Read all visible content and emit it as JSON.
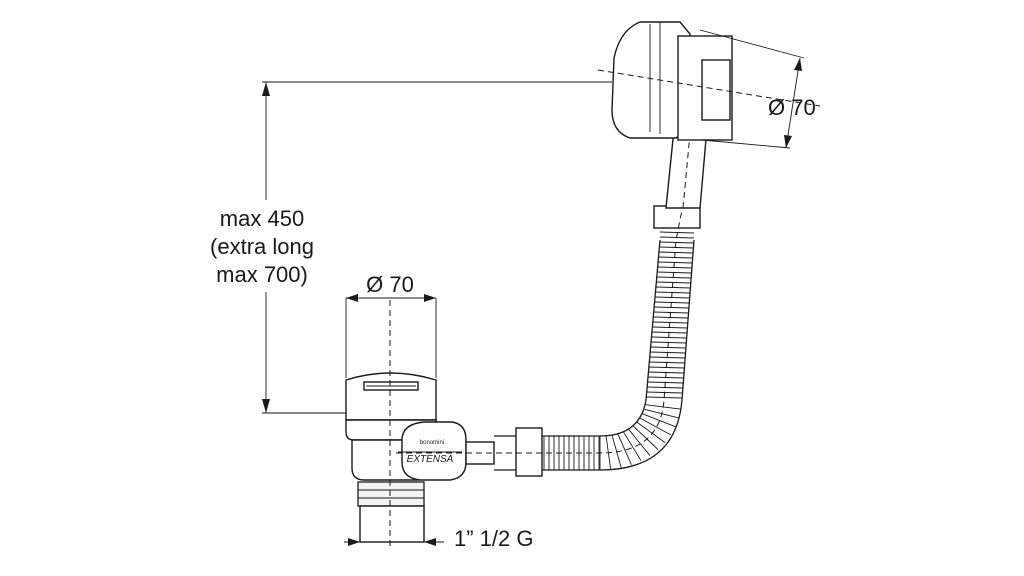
{
  "labels": {
    "height_line1": "max 450",
    "height_line2": "(extra long",
    "height_line3": "max 700)",
    "drain_diameter": "Ø 70",
    "overflow_diameter": "Ø 70",
    "thread": "1” 1/2 G",
    "brand_small": "bonomini",
    "brand_large": "EXTENSA"
  },
  "colors": {
    "line": "#1a1a1a",
    "background": "#ffffff"
  }
}
